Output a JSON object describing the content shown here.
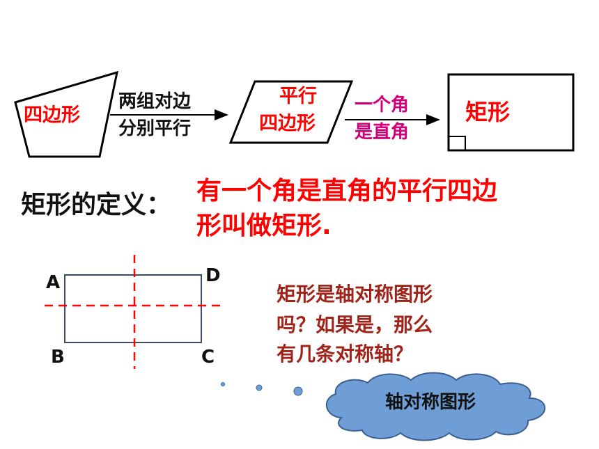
{
  "flow": {
    "quad_label": "四边形",
    "arrow1_line1": "两组对边",
    "arrow1_line2": "分别平行",
    "parallelogram_line1": "平行",
    "parallelogram_line2": "四边形",
    "arrow2_line1": "一个角",
    "arrow2_line2": "是直角",
    "rect_label": "矩形"
  },
  "definition": {
    "title": "矩形的定义：",
    "text_line1": "有一个角是直角的平行四边",
    "text_line2": "形叫做矩形."
  },
  "figure": {
    "vertex_a": "A",
    "vertex_b": "B",
    "vertex_c": "C",
    "vertex_d": "D"
  },
  "question": {
    "line1": "矩形是轴对称图形",
    "line2": "吗？如果是，那么",
    "line3": "有几条对称轴？"
  },
  "answer_cloud": {
    "text": "轴对称图形"
  },
  "colors": {
    "red": "#ff0000",
    "crimson": "#d1007a",
    "brown": "#a0231a",
    "cloud_fill": "#6f9ed6",
    "outline": "#000000"
  }
}
